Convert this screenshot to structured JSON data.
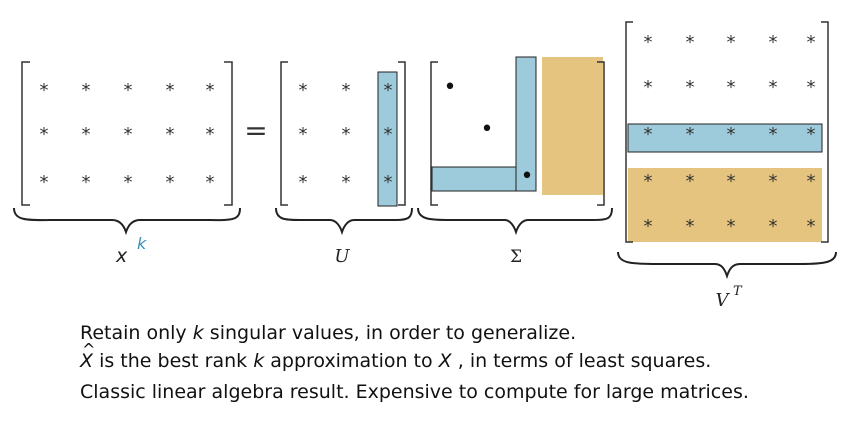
{
  "diagram": {
    "star_glyph": "*",
    "equals_sign": "=",
    "dot_glyph": "•",
    "labels": {
      "x": "x",
      "x_superscript": "k",
      "u": "U",
      "sigma": "Σ",
      "vt": "V",
      "vt_superscript": "T"
    },
    "colors": {
      "highlight_blue": "#9ecbdb",
      "highlight_gold": "#e4c47e",
      "k_label": "#3a8fb5",
      "ink": "#222222"
    }
  },
  "caption": {
    "line1": {
      "before": "Retain only ",
      "k": "k",
      "after": " singular values, in order to generalize."
    },
    "line2": {
      "xhat": "X",
      "middle": " is the best rank ",
      "k": "k",
      "middle2": " approximation to ",
      "x": "X",
      "after": " , in terms of least squares."
    },
    "line3": "Classic linear algebra result. Expensive to compute for large matrices."
  }
}
